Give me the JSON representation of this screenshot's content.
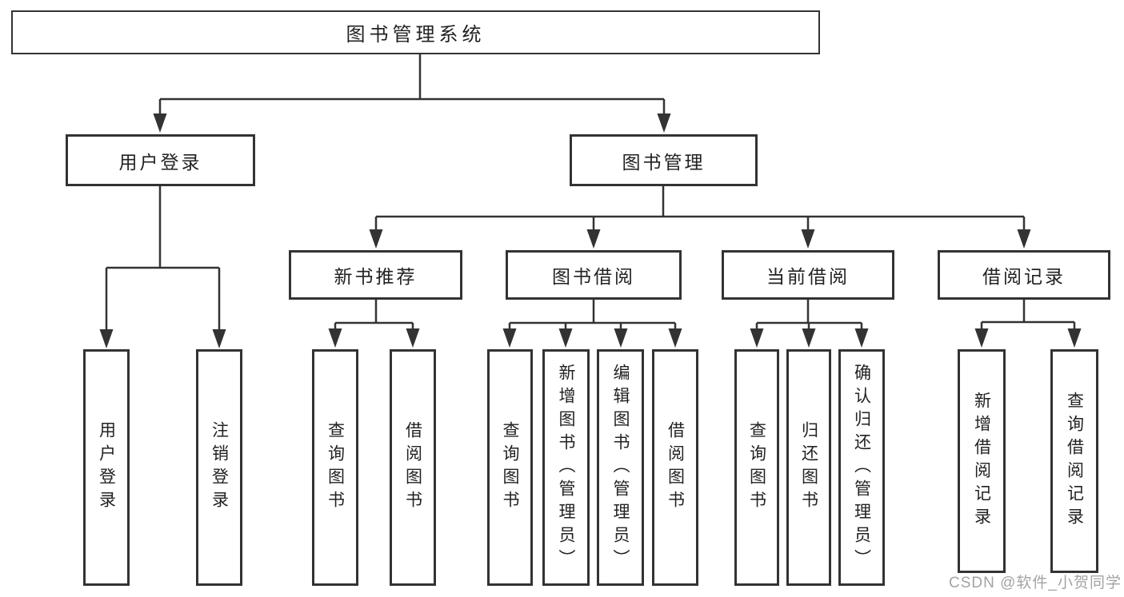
{
  "diagram": {
    "root": {
      "label": "图书管理系统"
    },
    "branches": [
      {
        "label": "用户登录",
        "children": [
          {
            "label": "用户登录"
          },
          {
            "label": "注销登录"
          }
        ]
      },
      {
        "label": "图书管理",
        "children": [
          {
            "label": "新书推荐",
            "children": [
              {
                "label": "查询图书"
              },
              {
                "label": "借阅图书"
              }
            ]
          },
          {
            "label": "图书借阅",
            "children": [
              {
                "label": "查询图书"
              },
              {
                "label": "新增图书（管理员）"
              },
              {
                "label": "编辑图书（管理员）"
              },
              {
                "label": "借阅图书"
              }
            ]
          },
          {
            "label": "当前借阅",
            "children": [
              {
                "label": "查询图书"
              },
              {
                "label": "归还图书"
              },
              {
                "label": "确认归还（管理员）"
              }
            ]
          },
          {
            "label": "借阅记录",
            "children": [
              {
                "label": "新增借阅记录"
              },
              {
                "label": "查询借阅记录"
              }
            ]
          }
        ]
      }
    ],
    "watermark": "CSDN @软件_小贺同学"
  }
}
